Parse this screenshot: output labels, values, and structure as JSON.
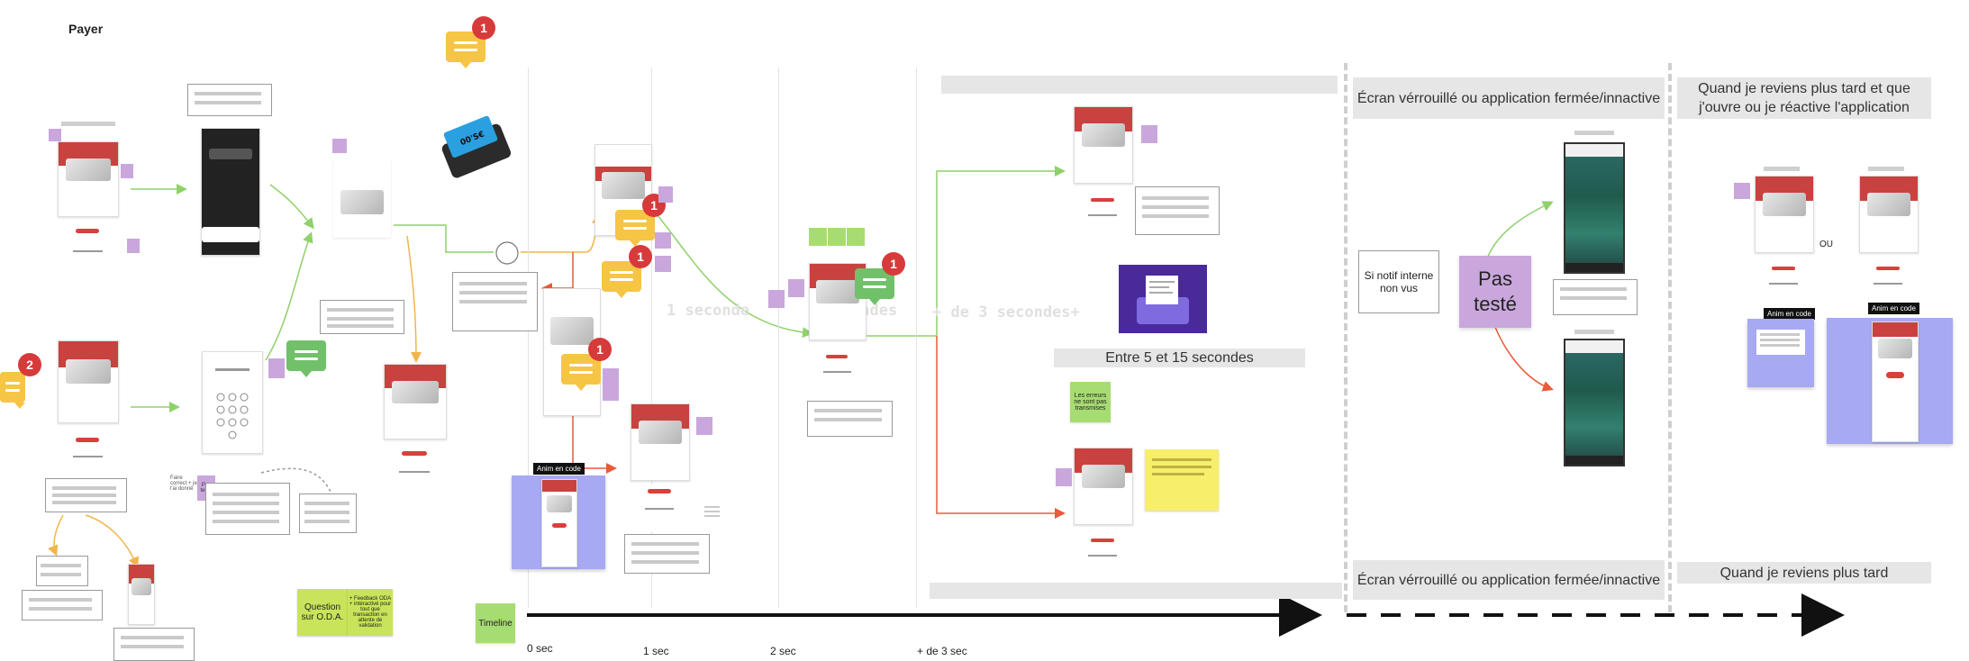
{
  "page": {
    "title": "Payer"
  },
  "sections": {
    "locked_top": "Écran vérrouillé ou application fermée/innactive",
    "later_top": "Quand je reviens plus tard et que j'ouvre ou je réactive l'application",
    "locked_bottom": "Écran vérrouillé ou application fermée/innactive",
    "later_bottom": "Quand je reviens plus tard"
  },
  "timeline": {
    "label": "Timeline",
    "ticks": [
      "0 sec",
      "1 sec",
      "2 sec",
      "+ de 3 sec"
    ],
    "bg_labels": [
      "1 seconde",
      "ondes",
      "+ de 3 secondes+"
    ]
  },
  "notes": {
    "between": "Entre 5 et 15 secondes",
    "errors": "Les erreurs ne sont pas transmises",
    "si_notif": "Si notif interne non vus",
    "pas_teste": "Pas testé",
    "ou": "OU",
    "question": "Question sur O.D.A.",
    "feedback": "+ Feedback ODA + intéractivé pour tout que transaction en attente de validation",
    "mini_note": "Faire correct + je l'ai donné",
    "pas_tested_mini": "Pas testé"
  },
  "anim_labels": [
    "Anim en code",
    "Anim en code",
    "Anim en code"
  ],
  "badges": [
    "1",
    "2",
    "1",
    "1",
    "1",
    "1"
  ],
  "colors": {
    "accent_red": "#c8423f",
    "badge_red": "#d73a3a",
    "arrow_green": "#8fd16a",
    "arrow_orange": "#f0b64b",
    "arrow_red": "#e85a3a",
    "sticky_purple": "#c9a7dc",
    "sticky_yellow": "#f7ef6c",
    "sticky_green": "#a7dc72",
    "sticky_blue": "#a7a9f2"
  }
}
